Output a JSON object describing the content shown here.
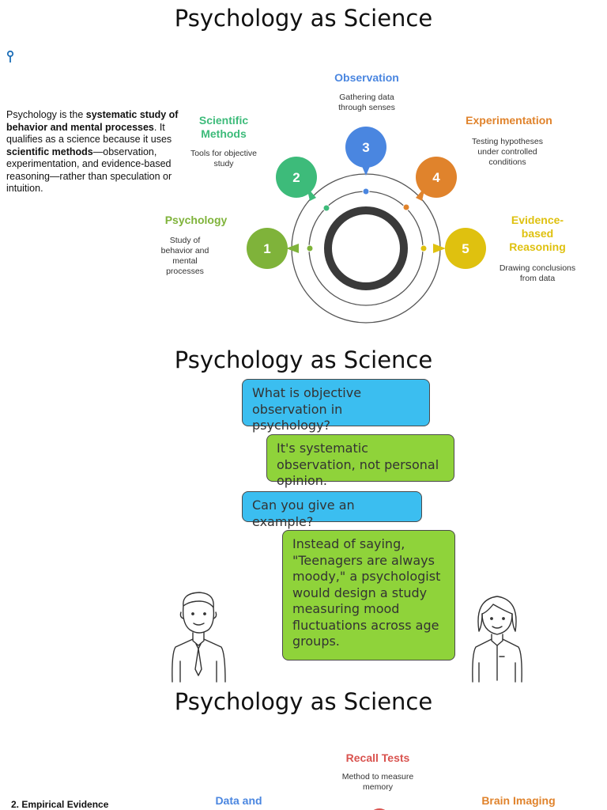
{
  "slide1": {
    "title": "Psychology as Science",
    "intro_parts": [
      {
        "t": "Psychology is the ",
        "b": false
      },
      {
        "t": "systematic study of behavior and mental processes",
        "b": true
      },
      {
        "t": ". It qualifies as a science because it uses ",
        "b": false
      },
      {
        "t": "scientific methods",
        "b": true
      },
      {
        "t": "—observation, experimentation, and evidence-based reasoning—rather than speculation or intuition.",
        "b": false
      }
    ],
    "nodes": [
      {
        "num": "1",
        "title": "Psychology",
        "desc": "Study of behavior and mental processes",
        "color": "#7fb33a"
      },
      {
        "num": "2",
        "title": "Scientific Methods",
        "desc": "Tools for objective study",
        "color": "#3dbb7a"
      },
      {
        "num": "3",
        "title": "Observation",
        "desc": "Gathering data through senses",
        "color": "#4a86e0"
      },
      {
        "num": "4",
        "title": "Experimentation",
        "desc": "Testing hypotheses under controlled conditions",
        "color": "#e0832c"
      },
      {
        "num": "5",
        "title": "Evidence-based Reasoning",
        "desc": "Drawing conclusions from data",
        "color": "#dfc10f"
      }
    ]
  },
  "slide2": {
    "title": "Psychology as Science",
    "messages": [
      "What is objective observation in psychology?",
      "It's systematic observation, not personal opinion.",
      "Can you give an example?",
      "Instead of saying, \"Teenagers are always moody,\" a psychologist would design a study measuring mood fluctuations across age groups."
    ]
  },
  "slide3": {
    "title": "Psychology as Science",
    "section_label": "2. Empirical Evidence",
    "node_recall": {
      "title": "Recall Tests",
      "desc": "Method to measure memory",
      "color": "#d9534f"
    },
    "node_data": {
      "title": "Data and",
      "color": "#4a86e0"
    },
    "node_brain": {
      "title": "Brain Imaging",
      "color": "#e0832c"
    }
  },
  "colors": {
    "blue_bubble": "#3bbef0",
    "green_bubble": "#8fd33a"
  }
}
